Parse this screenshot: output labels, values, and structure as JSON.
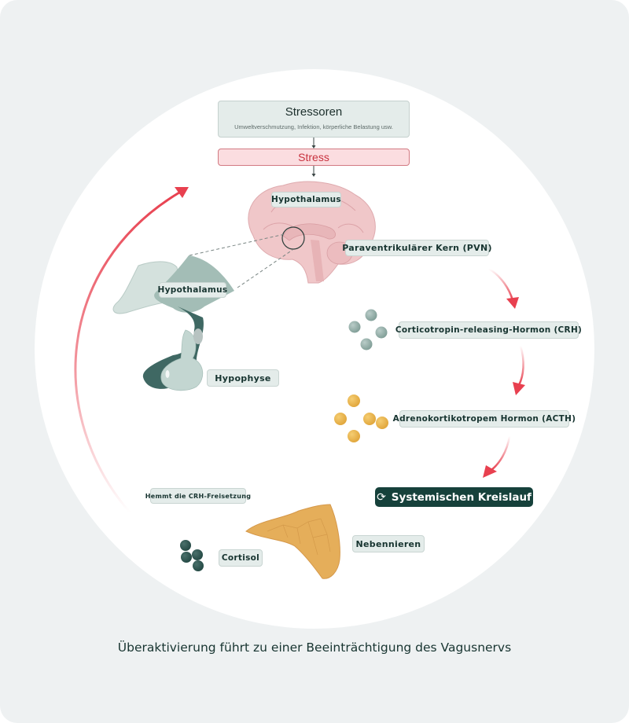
{
  "stressors": {
    "title": "Stressoren",
    "subtitle": "Umweltverschmutzung, Infektion, körperliche Belastung usw."
  },
  "stress": {
    "label": "Stress"
  },
  "labels": {
    "hypothalamus_brain": "Hypothalamus",
    "pvn": "Paraventrikulärer Kern (PVN)",
    "hypothalamus_detail": "Hypothalamus",
    "hypophyse": "Hypophyse",
    "crh": "Corticotropin-releasing-Hormon (CRH)",
    "acth": "Adrenokortikotropem Hormon (ACTH)",
    "inhibit": "Hemmt die CRH-Freisetzung",
    "adrenal": "Nebennieren",
    "cortisol": "Cortisol"
  },
  "system": {
    "icon": "refresh-cycle-icon",
    "label": "Systemischen Kreislauf"
  },
  "caption": "Überaktivierung führt zu einer Beeinträchtigung des Vagusnervs",
  "colors": {
    "background": "#eef1f2",
    "accent_red": "#e8404f",
    "dark_teal": "#16413b",
    "label_bg": "#e4ecea",
    "crh_molecule": "#93aea8",
    "acth_molecule": "#e8b34a",
    "cortisol_molecule": "#2f5752",
    "brain_pink": "#f0c7c9",
    "adrenal_orange": "#e5ae5a"
  }
}
